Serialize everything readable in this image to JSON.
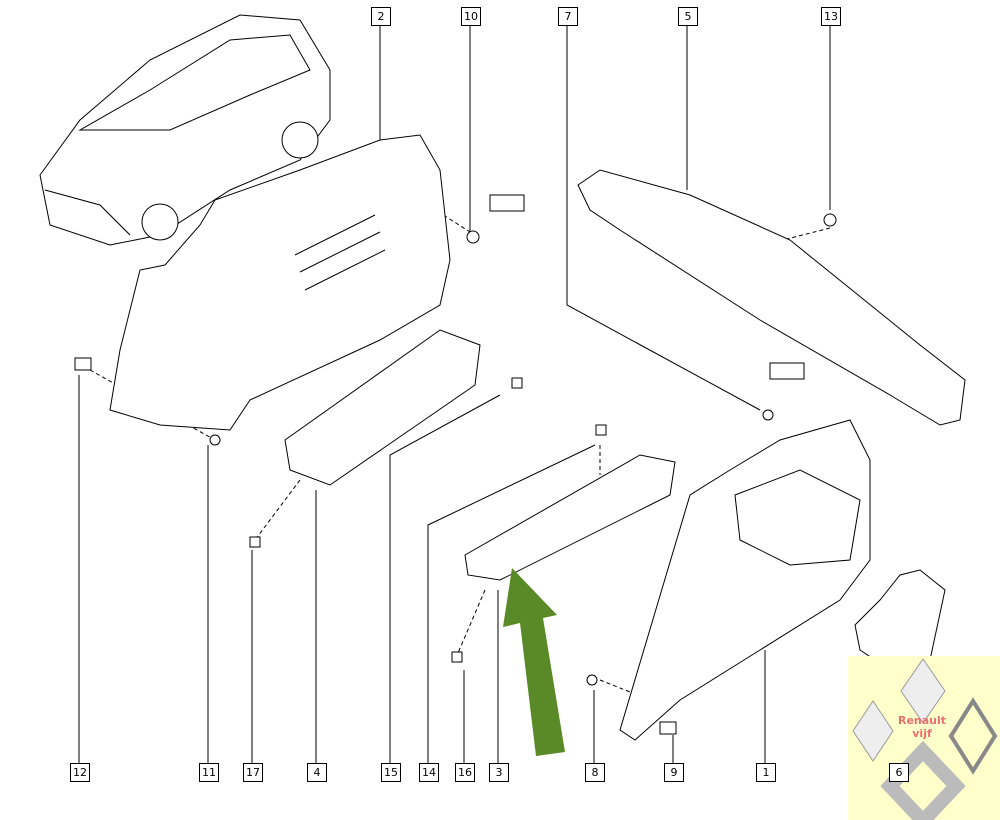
{
  "diagram": {
    "callouts": {
      "c2": "2",
      "c10": "10",
      "c7": "7",
      "c5": "5",
      "c13": "13",
      "c12": "12",
      "c11": "11",
      "c17": "17",
      "c4": "4",
      "c15": "15",
      "c14": "14",
      "c16": "16",
      "c3": "3",
      "c8": "8",
      "c9": "9",
      "c1": "1",
      "c6": "6"
    },
    "arrow_color": "#5a8a28",
    "watermark": {
      "line1": "Renault",
      "line2": "vijf",
      "badge": "RENAULT"
    }
  }
}
